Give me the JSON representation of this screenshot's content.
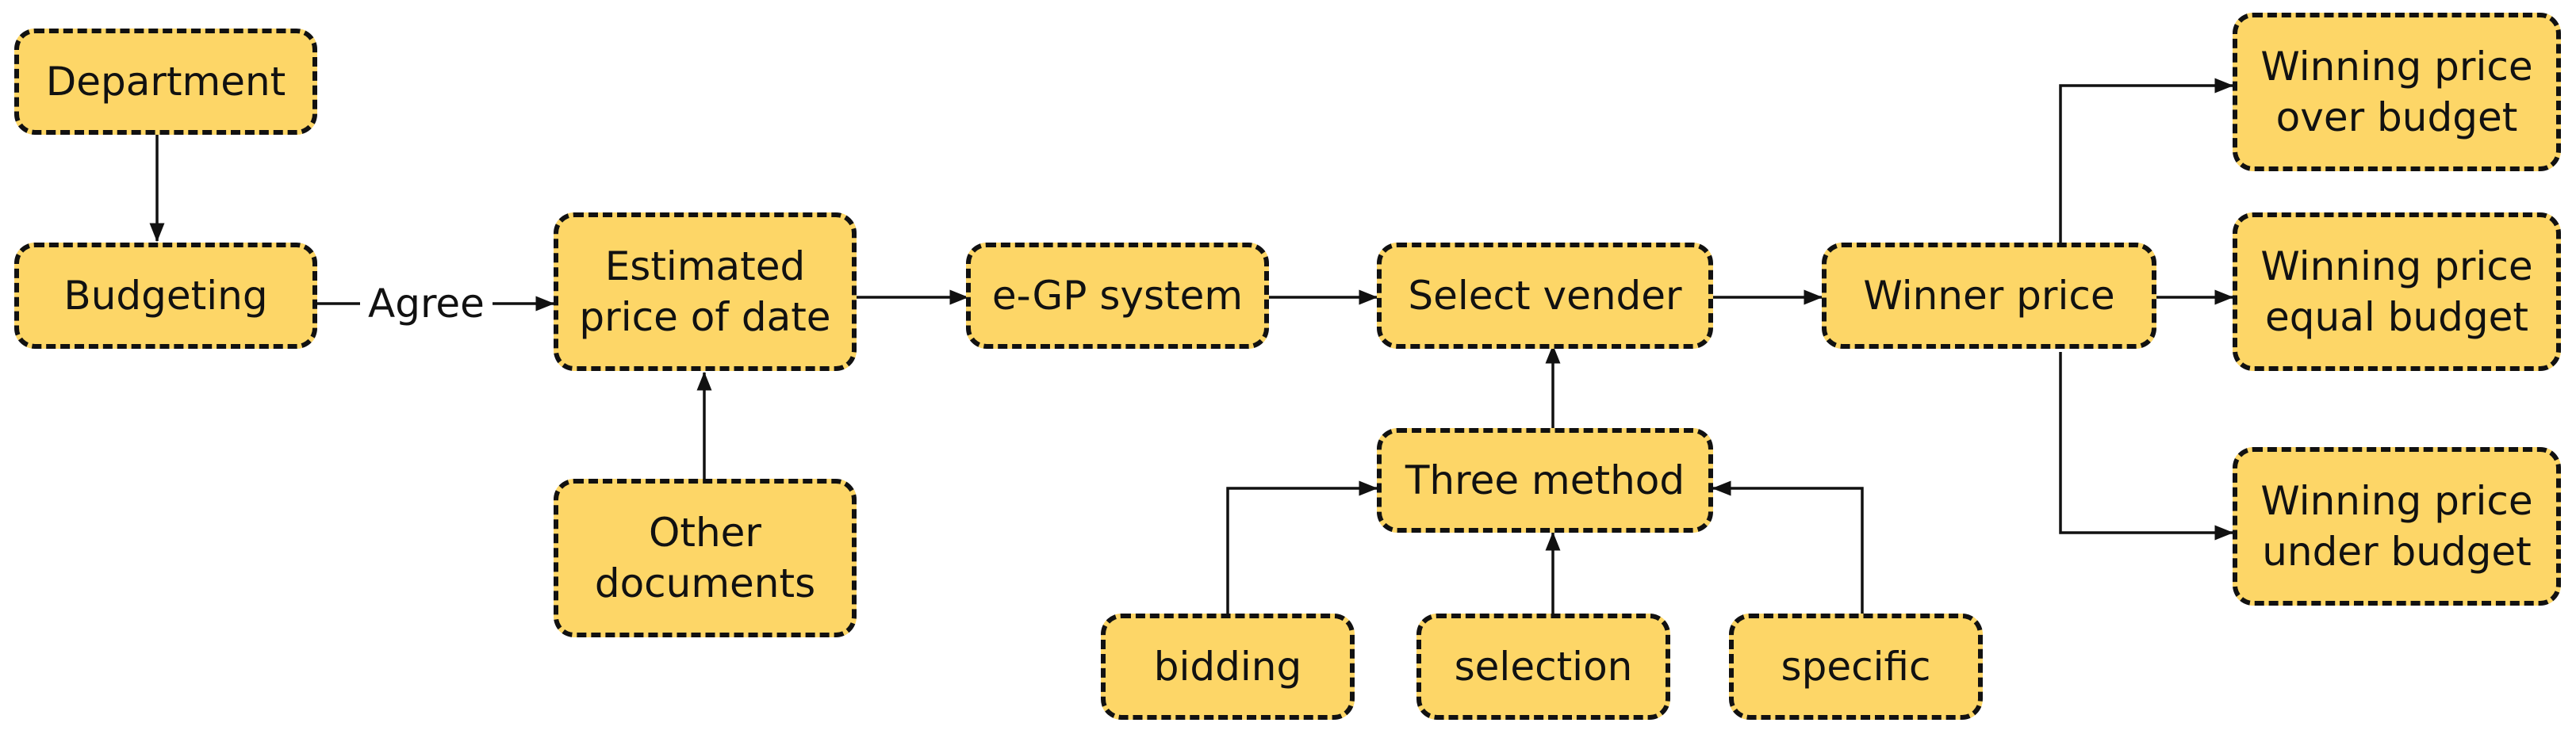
{
  "diagram": {
    "nodes": [
      {
        "id": "department",
        "label": "Department"
      },
      {
        "id": "budgeting",
        "label": "Budgeting"
      },
      {
        "id": "estimated",
        "label": "Estimated\nprice of date"
      },
      {
        "id": "other-docs",
        "label": "Other\ndocuments"
      },
      {
        "id": "egp",
        "label": "e-GP system"
      },
      {
        "id": "select-vender",
        "label": "Select vender"
      },
      {
        "id": "three-method",
        "label": "Three method"
      },
      {
        "id": "bidding",
        "label": "bidding"
      },
      {
        "id": "selection",
        "label": "selection"
      },
      {
        "id": "specific",
        "label": "specific"
      },
      {
        "id": "winner-price",
        "label": "Winner price"
      },
      {
        "id": "over-budget",
        "label": "Winning price\nover budget"
      },
      {
        "id": "equal-budget",
        "label": "Winning price\nequal budget"
      },
      {
        "id": "under-budget",
        "label": "Winning price\nunder budget"
      }
    ],
    "edge_label_agree": "Agree",
    "colors": {
      "node_fill": "#FDD667",
      "node_border": "#111111",
      "line": "#111111"
    }
  }
}
